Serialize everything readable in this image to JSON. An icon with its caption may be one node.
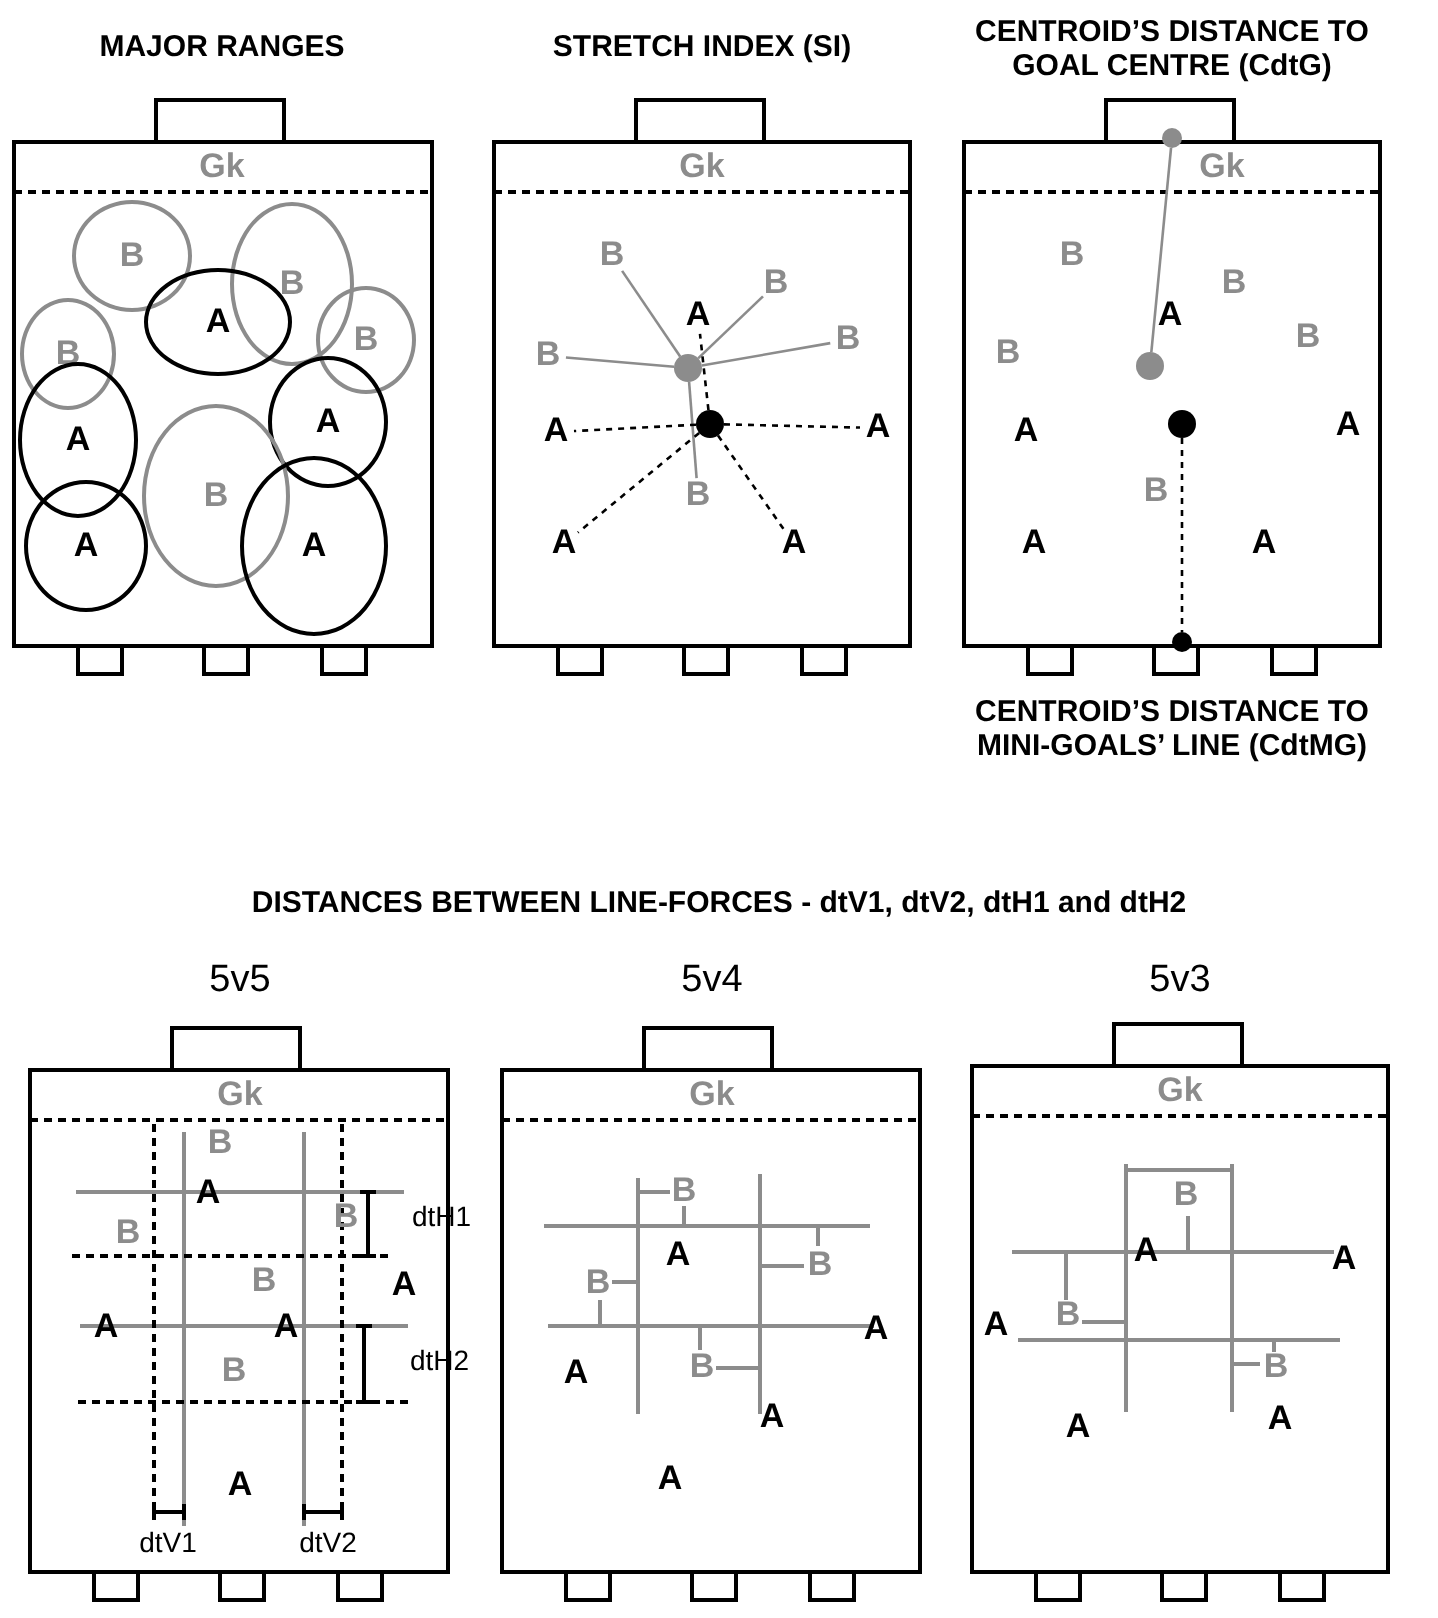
{
  "diagram": {
    "title": "DISTANCES BETWEEN LINE-FORCES - dtV1, dtV2, dtH1 and dtH2",
    "nodes": [
      {
        "text": [
          "MAJOR RANGES",
          "Gk"
        ]
      },
      {
        "text": [
          "B"
        ],
        "in": 0
      },
      {
        "text": [
          "B"
        ],
        "in": 0
      },
      {
        "text": [
          "A"
        ],
        "in": 0
      },
      {
        "text": [
          "B"
        ],
        "in": 0
      },
      {
        "text": [
          "B"
        ],
        "in": 0
      },
      {
        "text": [
          "A"
        ],
        "in": 0
      },
      {
        "text": [
          "A"
        ],
        "in": 0
      },
      {
        "text": [
          "B"
        ],
        "in": 0
      },
      {
        "text": [
          "A"
        ],
        "in": 0
      },
      {
        "text": [
          "A"
        ],
        "in": 0
      },
      {
        "text": [
          "STRETCH INDEX (SI)",
          "Gk"
        ]
      },
      {
        "text": [
          "B"
        ],
        "in": 11
      },
      {
        "text": [
          "B"
        ],
        "in": 11
      },
      {
        "text": [
          "A"
        ],
        "in": 11
      },
      {
        "text": [
          "B"
        ],
        "in": 11
      },
      {
        "text": [
          "B"
        ],
        "in": 11
      },
      {
        "text": [],
        "shape": "circle",
        "in": 11
      },
      {
        "text": [
          "A"
        ],
        "in": 11
      },
      {
        "text": [],
        "shape": "circle",
        "in": 11
      },
      {
        "text": [
          "A"
        ],
        "in": 11
      },
      {
        "text": [
          "B"
        ],
        "in": 11
      },
      {
        "text": [
          "A"
        ],
        "in": 11
      },
      {
        "text": [
          "A"
        ],
        "in": 11
      },
      {
        "text": [
          "CENTROID’S DISTANCE TO GOAL CENTRE (CdtG)",
          "Gk",
          "CENTROID’S DISTANCE TO MINI-GOALS’ LINE (CdtMG)"
        ]
      },
      {
        "text": [],
        "shape": "circle",
        "in": 24
      },
      {
        "text": [
          "B"
        ],
        "in": 24
      },
      {
        "text": [
          "B"
        ],
        "in": 24
      },
      {
        "text": [
          "A"
        ],
        "in": 24
      },
      {
        "text": [
          "B"
        ],
        "in": 24
      },
      {
        "text": [
          "B"
        ],
        "in": 24
      },
      {
        "text": [],
        "shape": "circle",
        "in": 24
      },
      {
        "text": [
          "A"
        ],
        "in": 24
      },
      {
        "text": [],
        "shape": "circle",
        "in": 24
      },
      {
        "text": [
          "A"
        ],
        "in": 24
      },
      {
        "text": [
          "B"
        ],
        "in": 24
      },
      {
        "text": [
          "A"
        ],
        "in": 24
      },
      {
        "text": [
          "A"
        ],
        "in": 24
      },
      {
        "text": [],
        "shape": "circle",
        "in": 24
      },
      {
        "text": [
          "5v5",
          "Gk"
        ]
      },
      {
        "text": [
          "B"
        ],
        "in": 39
      },
      {
        "text": [
          "A"
        ],
        "in": 39
      },
      {
        "text": [
          "B"
        ],
        "in": 39
      },
      {
        "text": [
          "B"
        ],
        "in": 39
      },
      {
        "text": [
          "B"
        ],
        "in": 39
      },
      {
        "text": [
          "A"
        ],
        "in": 39
      },
      {
        "text": [
          "A"
        ],
        "in": 39
      },
      {
        "text": [
          "A"
        ],
        "in": 39
      },
      {
        "text": [
          "B"
        ],
        "in": 39
      },
      {
        "text": [
          "A"
        ],
        "in": 39
      },
      {
        "text": [
          "5v4",
          "Gk"
        ]
      },
      {
        "text": [
          "B"
        ],
        "in": 50
      },
      {
        "text": [
          "A"
        ],
        "in": 50
      },
      {
        "text": [
          "B"
        ],
        "in": 50
      },
      {
        "text": [
          "B"
        ],
        "in": 50
      },
      {
        "text": [
          "A"
        ],
        "in": 50
      },
      {
        "text": [
          "A"
        ],
        "in": 50
      },
      {
        "text": [
          "B"
        ],
        "in": 50
      },
      {
        "text": [
          "A"
        ],
        "in": 50
      },
      {
        "text": [
          "A"
        ],
        "in": 50
      },
      {
        "text": [
          "5v3",
          "Gk"
        ]
      },
      {
        "text": [
          "B"
        ],
        "in": 60
      },
      {
        "text": [
          "A"
        ],
        "in": 60
      },
      {
        "text": [
          "A"
        ],
        "in": 60
      },
      {
        "text": [
          "A"
        ],
        "in": 60
      },
      {
        "text": [
          "B"
        ],
        "in": 60
      },
      {
        "text": [
          "B"
        ],
        "in": 60
      },
      {
        "text": [
          "A"
        ],
        "in": 60
      },
      {
        "text": [
          "A"
        ],
        "in": 60
      }
    ],
    "edges": [
      {
        "from": 17,
        "to": 12,
        "arrow": "none",
        "color": "#8c8c8c"
      },
      {
        "from": 17,
        "to": 13,
        "arrow": "none",
        "color": "#8c8c8c"
      },
      {
        "from": 17,
        "to": 15,
        "arrow": "none",
        "color": "#8c8c8c"
      },
      {
        "from": 17,
        "to": 16,
        "arrow": "none",
        "color": "#8c8c8c"
      },
      {
        "from": 17,
        "to": 21,
        "arrow": "none",
        "color": "#8c8c8c"
      },
      {
        "from": 19,
        "to": 14,
        "arrow": "none",
        "style": "dashed",
        "color": "#000000"
      },
      {
        "from": 19,
        "to": 18,
        "arrow": "none",
        "style": "dashed",
        "color": "#000000"
      },
      {
        "from": 19,
        "to": 20,
        "arrow": "none",
        "style": "dashed",
        "color": "#000000"
      },
      {
        "from": 19,
        "to": 22,
        "arrow": "none",
        "style": "dashed",
        "color": "#000000"
      },
      {
        "from": 19,
        "to": 23,
        "arrow": "none",
        "style": "dashed",
        "color": "#000000"
      },
      {
        "from": 25,
        "to": 31,
        "arrow": "none",
        "color": "#8c8c8c"
      },
      {
        "from": 33,
        "to": 38,
        "arrow": "none",
        "style": "dashed",
        "color": "#000000"
      }
    ],
    "labels": [
      "dtH1",
      "dtH2",
      "dtV1",
      "dtV2"
    ]
  }
}
